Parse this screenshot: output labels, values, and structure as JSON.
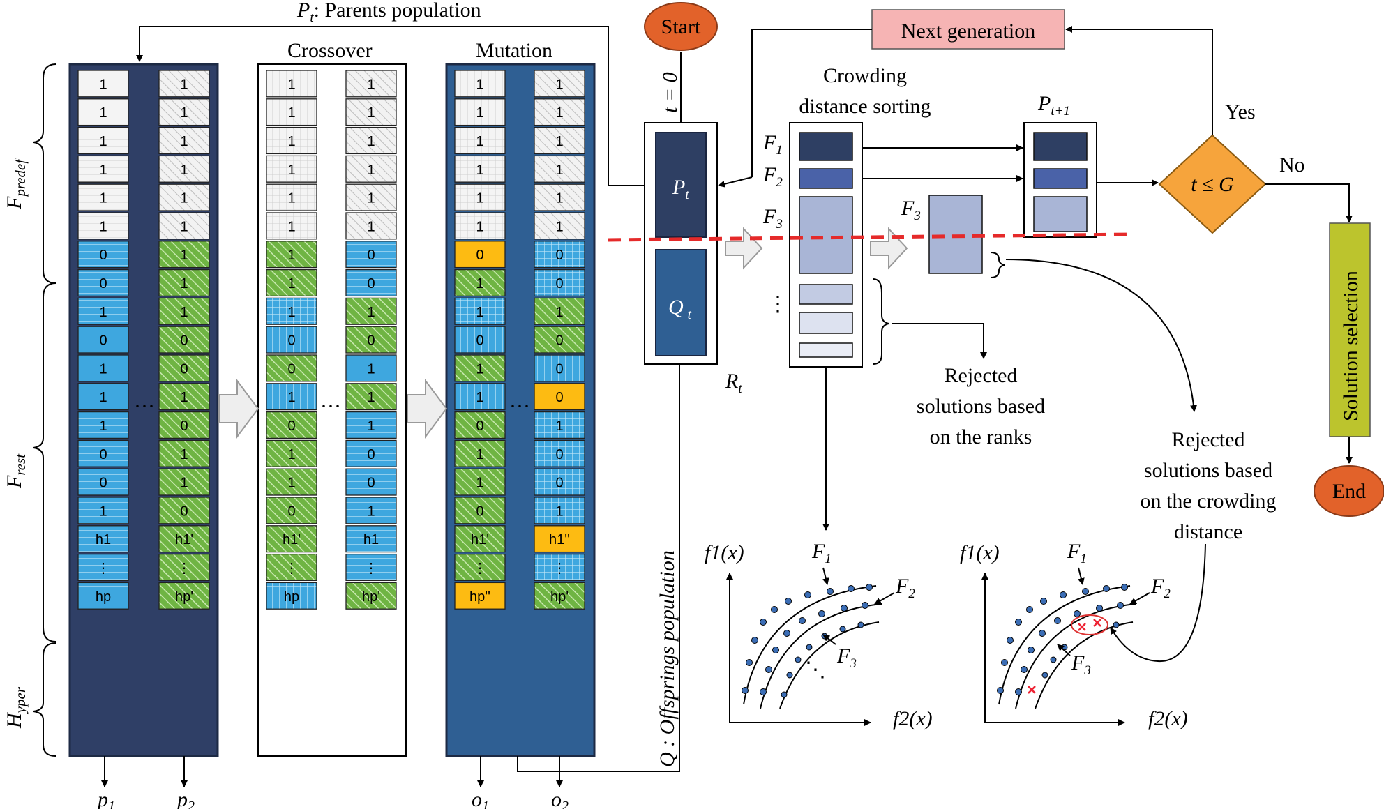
{
  "titles": {
    "parents_population": "P",
    "parents_population_sub": "t",
    "parents_population_rest": ": Parents population",
    "crossover": "Crossover",
    "mutation": "Mutation",
    "offsprings_population": "Q : Offsprings population",
    "offsprings_population_sub": "t",
    "start": "Start",
    "end": "End",
    "next_generation": "Next generation",
    "t_eq_0": "t = 0",
    "crowding_line1": "Crowding",
    "crowding_line2": "distance sorting",
    "condition": "t ≤ G",
    "yes": "Yes",
    "no": "No",
    "solution_selection": "Solution selection",
    "rejected_ranks": [
      "Rejected",
      "solutions based",
      "on the ranks"
    ],
    "rejected_crowding": [
      "Rejected",
      "solutions based",
      "on the crowding",
      "distance"
    ]
  },
  "side_labels": {
    "predef": {
      "main": "F",
      "sub": "predef"
    },
    "rest": {
      "main": "F",
      "sub": "rest"
    },
    "hyper": {
      "main": "H",
      "sub": "yper"
    }
  },
  "nodes": {
    "Pt": {
      "main": "P",
      "sub": "t"
    },
    "Qt": {
      "main": "Q",
      "sub": "t"
    },
    "Rt": {
      "main": "R",
      "sub": "t"
    },
    "Pt1": {
      "main": "P",
      "sub": "t+1"
    },
    "fronts": [
      {
        "main": "F",
        "sub": "1"
      },
      {
        "main": "F",
        "sub": "2"
      },
      {
        "main": "F",
        "sub": "3"
      }
    ],
    "F3_out": {
      "main": "F",
      "sub": "3"
    },
    "ellipsis": "⋮"
  },
  "columns": [
    {
      "id": "p1",
      "label": {
        "main": "p",
        "sub": "1"
      },
      "cells": [
        "1",
        "1",
        "1",
        "1",
        "1",
        "1",
        "0",
        "0",
        "1",
        "0",
        "1",
        "1",
        "1",
        "0",
        "0",
        "1",
        "h1",
        "⋮",
        "hp"
      ],
      "types": [
        "g",
        "g",
        "g",
        "g",
        "g",
        "g",
        "b",
        "b",
        "b",
        "b",
        "b",
        "b",
        "b",
        "b",
        "b",
        "b",
        "b",
        "b",
        "b"
      ]
    },
    {
      "id": "p2",
      "label": {
        "main": "p",
        "sub": "2"
      },
      "cells": [
        "1",
        "1",
        "1",
        "1",
        "1",
        "1",
        "1",
        "1",
        "1",
        "0",
        "0",
        "1",
        "0",
        "1",
        "1",
        "0",
        "h1'",
        "⋮",
        "hp'"
      ],
      "types": [
        "g",
        "g",
        "g",
        "g",
        "g",
        "g",
        "r",
        "r",
        "r",
        "r",
        "r",
        "r",
        "r",
        "r",
        "r",
        "r",
        "r",
        "r",
        "r"
      ]
    },
    {
      "id": "c1",
      "label": null,
      "cells": [
        "1",
        "1",
        "1",
        "1",
        "1",
        "1",
        "1",
        "1",
        "1",
        "0",
        "0",
        "1",
        "0",
        "1",
        "1",
        "0",
        "h1'",
        "⋮",
        "hp"
      ],
      "types": [
        "g",
        "g",
        "g",
        "g",
        "g",
        "g",
        "r",
        "r",
        "b",
        "b",
        "r",
        "b",
        "r",
        "r",
        "r",
        "r",
        "r",
        "r",
        "b"
      ]
    },
    {
      "id": "c2",
      "label": null,
      "cells": [
        "1",
        "1",
        "1",
        "1",
        "1",
        "1",
        "0",
        "0",
        "1",
        "0",
        "1",
        "1",
        "1",
        "0",
        "0",
        "1",
        "h1",
        "⋮",
        "hp'"
      ],
      "types": [
        "g",
        "g",
        "g",
        "g",
        "g",
        "g",
        "b",
        "b",
        "r",
        "r",
        "b",
        "r",
        "b",
        "b",
        "b",
        "b",
        "b",
        "b",
        "r"
      ]
    },
    {
      "id": "o1",
      "label": {
        "main": "o",
        "sub": "1"
      },
      "cells": [
        "1",
        "1",
        "1",
        "1",
        "1",
        "1",
        "0",
        "1",
        "1",
        "0",
        "1",
        "1",
        "0",
        "1",
        "1",
        "0",
        "h1'",
        "⋮",
        "hp''"
      ],
      "types": [
        "g",
        "g",
        "g",
        "g",
        "g",
        "g",
        "y",
        "r",
        "b",
        "b",
        "r",
        "b",
        "r",
        "r",
        "r",
        "r",
        "r",
        "r",
        "y"
      ]
    },
    {
      "id": "o2",
      "label": {
        "main": "o",
        "sub": "2"
      },
      "cells": [
        "1",
        "1",
        "1",
        "1",
        "1",
        "1",
        "0",
        "0",
        "1",
        "0",
        "0",
        "0",
        "1",
        "0",
        "0",
        "1",
        "h1''",
        "⋮",
        "hp'"
      ],
      "types": [
        "g",
        "g",
        "g",
        "g",
        "g",
        "g",
        "b",
        "b",
        "r",
        "r",
        "b",
        "y",
        "b",
        "b",
        "b",
        "b",
        "y",
        "b",
        "r"
      ]
    }
  ],
  "cell_dots": "···",
  "plots": [
    {
      "xlabel": "f2(x)",
      "ylabel": "f1(x)",
      "fronts": [
        "F1",
        "F2",
        "F3"
      ],
      "ellipsis": "⋱"
    },
    {
      "xlabel": "f2(x)",
      "ylabel": "f1(x)",
      "fronts": [
        "F1",
        "F2",
        "F3"
      ],
      "ellipsis": ""
    }
  ],
  "colors": {
    "navy": "#2e3f63",
    "mid_blue": "#2f5c8f",
    "light_blue": "#42a6d9",
    "green": "#71b24a",
    "yellow": "#fdbb12",
    "orange": "#e2622a",
    "diamond": "#f6a43c",
    "pink": "#f6b4b4",
    "olive": "#bcc42d",
    "dashed_red": "#e52a2a"
  }
}
